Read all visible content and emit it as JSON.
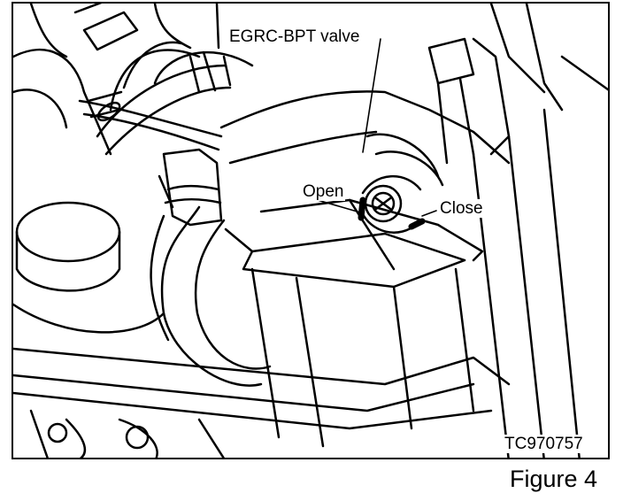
{
  "figure": {
    "labels": {
      "component": "EGRC-BPT valve",
      "open": "Open",
      "close": "Close",
      "code": "TC970757"
    },
    "caption": "Figure 4"
  }
}
